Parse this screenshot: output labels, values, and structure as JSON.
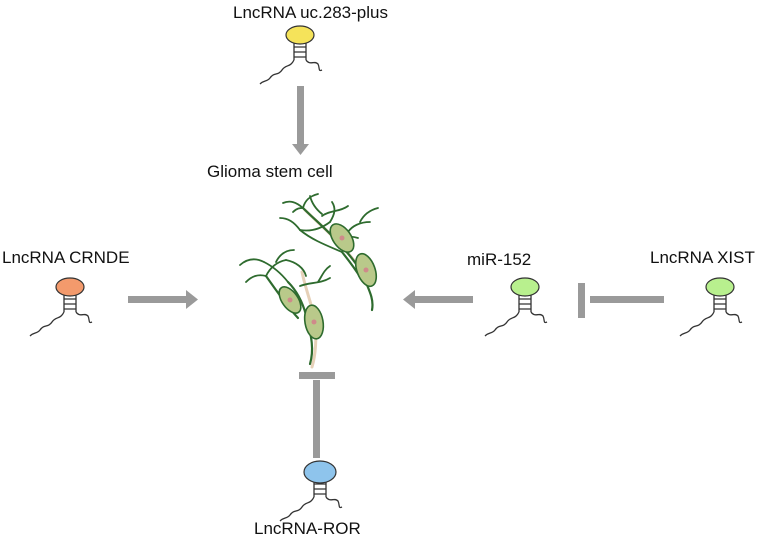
{
  "labels": {
    "uc283": "LncRNA uc.283-plus",
    "glioma": "Glioma stem cell",
    "crnde": "LncRNA CRNDE",
    "mir152": "miR-152",
    "xist": "LncRNA XIST",
    "ror": "LncRNA-ROR"
  },
  "colors": {
    "uc283": "#f5e35a",
    "crnde": "#f39a6c",
    "mir152": "#b8f08e",
    "xist": "#b8f08e",
    "ror": "#8ec4ec",
    "arrow": "#9a9a9a",
    "cell_body": "#b9c98a",
    "cell_outline": "#2e6b2e"
  },
  "relations": [
    {
      "from": "uc283",
      "to": "glioma",
      "type": "promotes"
    },
    {
      "from": "crnde",
      "to": "glioma",
      "type": "promotes"
    },
    {
      "from": "mir152",
      "to": "glioma",
      "type": "promotes"
    },
    {
      "from": "xist",
      "to": "mir152",
      "type": "inhibits"
    },
    {
      "from": "ror",
      "to": "glioma",
      "type": "inhibits"
    }
  ]
}
